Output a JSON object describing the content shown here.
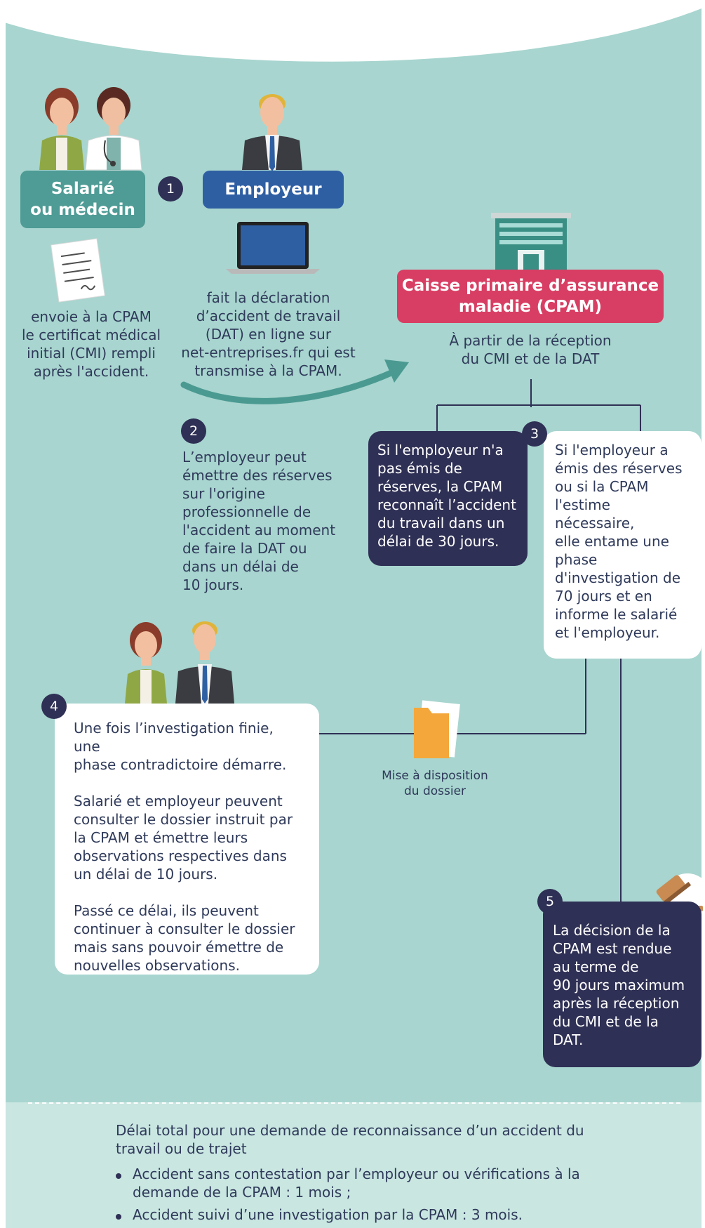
{
  "colors": {
    "background": "#a8d5cf",
    "footer": "#c9e6e1",
    "teal_label": "#4f9b95",
    "blue_label": "#2f5fa3",
    "cpam_label": "#d83e63",
    "dark_card": "#2f3055",
    "arrow": "#4b9a92"
  },
  "actors": {
    "salarie_label": "Salarié\nou médecin",
    "employeur_label": "Employeur",
    "cpam_label": "Caisse primaire d’assurance\nmaladie (CPAM)"
  },
  "step1": {
    "number": "1",
    "salarie_text": "envoie à la CPAM\nle certificat médical\ninitial (CMI) rempli\naprès l'accident.",
    "employeur_text": "fait la déclaration\nd’accident de travail\n(DAT) en ligne sur\nnet-entreprises.fr qui est\ntransmise à la CPAM."
  },
  "cpam_subtitle": "À partir de la réception\ndu CMI et de la DAT",
  "step2": {
    "number": "2",
    "text": "L’employeur peut\némettre des réserves\nsur l'origine\nprofessionnelle de\nl'accident au moment\nde faire la DAT ou\ndans un délai de\n10 jours."
  },
  "step3": {
    "number": "3",
    "no_reserve": "Si l'employeur n'a\npas émis de\nréserves, la CPAM\nreconnaît l’accident\ndu travail dans un\ndélai de 30 jours.",
    "reserve": "Si l'employeur a\némis des réserves\nou si la CPAM\nl'estime\nnécessaire,\nelle entame une\nphase\nd'investigation de\n70 jours et en\ninforme le salarié\net l'employeur."
  },
  "step4": {
    "number": "4",
    "paragraphs": [
      "Une fois l’investigation finie, une\nphase contradictoire démarre.",
      "Salarié et employeur peuvent\nconsulter le dossier instruit par\nla CPAM et émettre leurs\nobservations respectives dans\nun délai de 10 jours.",
      "Passé ce délai, ils peuvent\ncontinuer à consulter le dossier\nmais sans pouvoir émettre de\nnouvelles observations."
    ]
  },
  "dossier_label": "Mise à disposition\ndu dossier",
  "step5": {
    "number": "5",
    "text": "La décision de la\nCPAM est rendue\nau terme de\n90 jours maximum\naprès la réception\ndu CMI et de la\nDAT."
  },
  "footer": {
    "title": "Délai total pour une demande de reconnaissance d’un accident du\ntravail ou de trajet",
    "items": [
      "Accident sans contestation par l’employeur ou vérifications à la\ndemande de la CPAM : 1 mois ;",
      "Accident suivi d’une investigation par la CPAM : 3 mois."
    ]
  },
  "icons": [
    "woman-icon",
    "doctor-icon",
    "man-employer-icon",
    "certificate-icon",
    "laptop-icon",
    "building-icon",
    "folder-icon",
    "gavel-icon"
  ]
}
